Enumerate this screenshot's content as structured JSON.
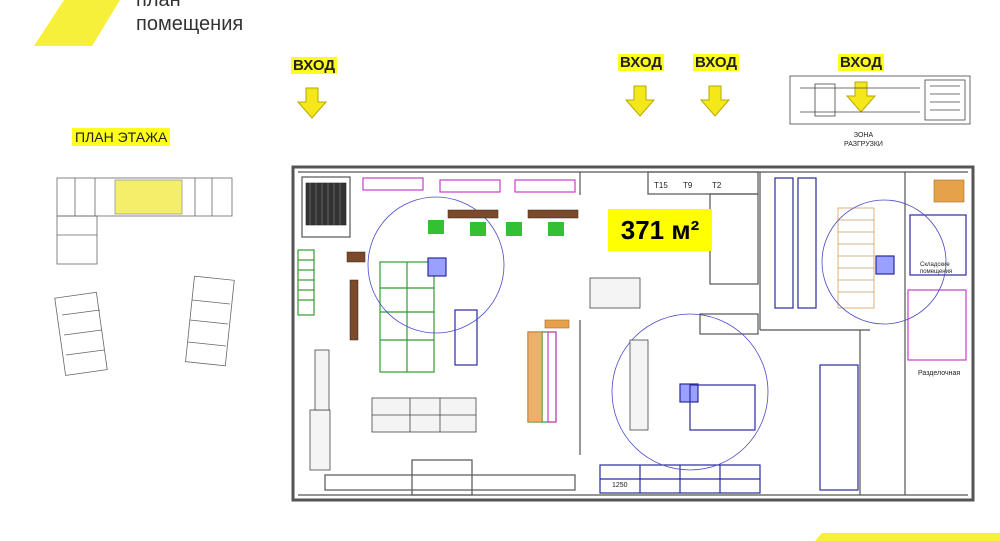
{
  "title": {
    "line1": "план",
    "line2": "помещения"
  },
  "floor_plan_label": "ПЛАН ЭТАЖА",
  "entrances": [
    {
      "label": "ВХОД"
    },
    {
      "label": "ВХОД"
    },
    {
      "label": "ВХОД"
    },
    {
      "label": "ВХОД"
    }
  ],
  "unload_zone": {
    "line1": "ЗОНА",
    "line2": "РАЗГРУЗКИ"
  },
  "area": "371 м²",
  "room_labels": {
    "t_small": "T2",
    "t9": "T9",
    "t15": "T15",
    "nav_1250": "1250",
    "cold": "Складские помещения",
    "sorting": "Разделочная"
  },
  "colors": {
    "accent": "#ffff00",
    "wall": "#555555",
    "blue": "#2a2aa0",
    "green": "#2f9e2f",
    "magenta": "#c63ec6"
  }
}
